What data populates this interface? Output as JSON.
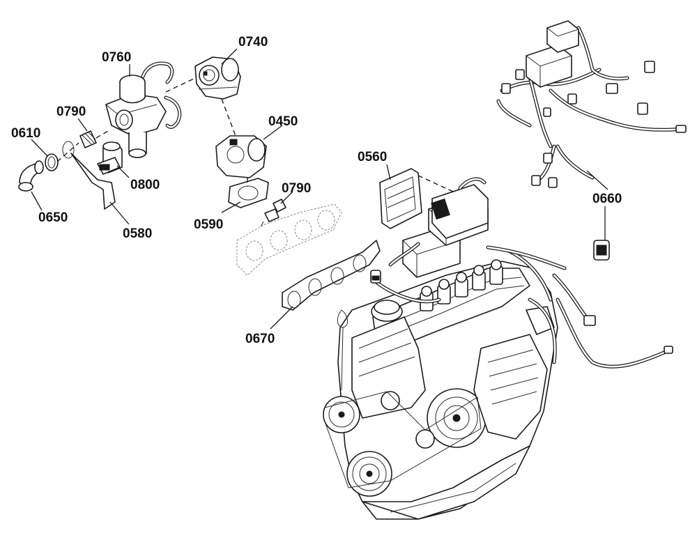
{
  "labels": {
    "p0760": "0760",
    "p0740": "0740",
    "p0790a": "0790",
    "p0610": "0610",
    "p0450": "0450",
    "p0800": "0800",
    "p0790b": "0790",
    "p0560": "0560",
    "p0650": "0650",
    "p0580": "0580",
    "p0590": "0590",
    "p0660": "0660",
    "p0670": "0670"
  }
}
